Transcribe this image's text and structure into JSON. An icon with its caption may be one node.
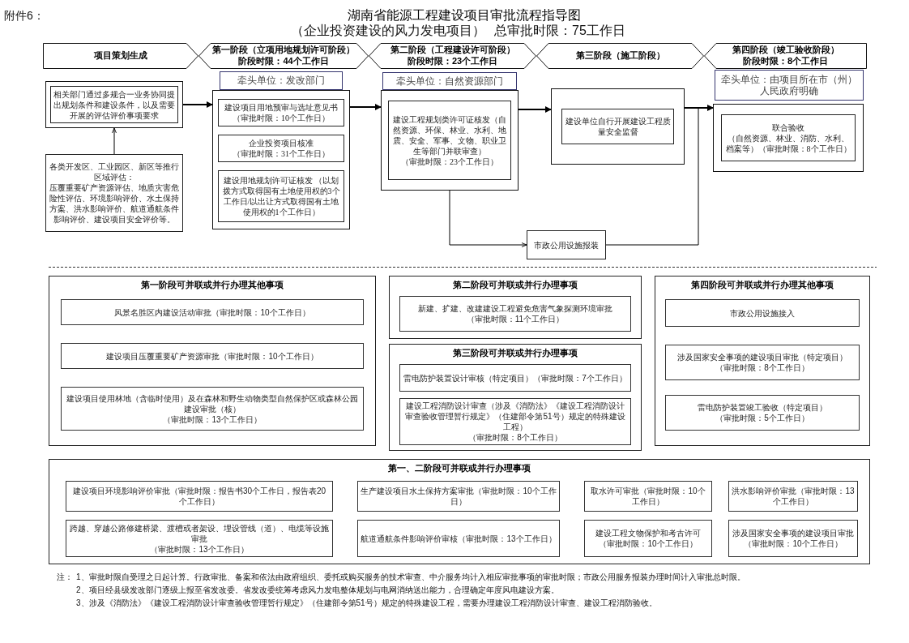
{
  "diagram": {
    "title": "湖南省能源工程建设项目审批流程指导图",
    "nodes": [
      {
        "text": [
          "项目策划生成"
        ]
      },
      {
        "text": [
          "第一阶段（立项用地规划许可阶段）",
          "阶段时限：44个工作日"
        ]
      },
      {
        "text": [
          "第二阶段（工程建设许可阶段）",
          "阶段时限：23个工作日"
        ]
      },
      {
        "text": [
          "第三阶段（施工阶段）"
        ]
      },
      {
        "text": [
          "第四阶段（竣工验收阶段）",
          "阶段时限：8个工作日"
        ]
      },
      {
        "text": [],
        "shape": "box"
      },
      {
        "text": [
          "相关部门通过多规合一业务协同提出规划条件和建设条件，以及需要开展的评估评价事项要求"
        ],
        "in": 5
      },
      {
        "text": [
          "各类开发区、工业园区、新区等推行区域评估：",
          "压覆重要矿产资源评估、地质灾害危险性评估、环境影响评价、水土保持方案、洪水影响评价、航道通航条件影响评价、建设项目安全评价等。"
        ]
      },
      {
        "text": [
          "牵头单位：发改部门"
        ]
      },
      {
        "text": [],
        "shape": "box"
      },
      {
        "text": [
          "建设项目用地预审与选址意见书",
          "（审批时限：10个工作日）"
        ],
        "in": 9
      },
      {
        "text": [
          "企业投资项目核准",
          "（审批时限：31个工作日）"
        ],
        "in": 9
      },
      {
        "text": [
          "建设用地规划许可证核发 （以划拨方式取得国有土地使用权的3个工作日/以出让方式取得国有土地使用权的1个工作日）"
        ],
        "in": 9
      },
      {
        "text": [
          "牵头单位：自然资源部门"
        ]
      },
      {
        "text": [],
        "shape": "box"
      },
      {
        "text": [
          "建设工程规划类许可证核发（自然资源、环保、林业、水利、地震、安全、军事、文物、职业卫生等部门并联审查）",
          "（审批时限：23个工作日）"
        ],
        "in": 14
      },
      {
        "text": [],
        "shape": "box"
      },
      {
        "text": [
          "建设单位自行开展建设工程质量安全监督"
        ],
        "in": 16
      },
      {
        "text": [
          "市政公用设施报装"
        ]
      },
      {
        "text": [
          "牵头单位：由项目所在市（州）人民政府明确"
        ]
      },
      {
        "text": [],
        "shape": "box"
      },
      {
        "text": [
          "联合验收",
          "（自然资源、林业、消防、水利、档案等）（审批时限：8个工作日）"
        ],
        "in": 20
      },
      {
        "text": [
          "第一阶段可并联或并行办理其他事项"
        ]
      },
      {
        "text": [
          "风景名胜区内建设活动审批（审批时限：10个工作日）"
        ],
        "in": 22
      },
      {
        "text": [
          "建设项目压覆重要矿产资源审批（审批时限：10个工作日）"
        ],
        "in": 22
      },
      {
        "text": [
          "建设项目使用林地（含临时使用）及在森林和野生动物类型自然保护区或森林公园建设审批（核）",
          "（审批时限：13个工作日）"
        ],
        "in": 22
      },
      {
        "text": [
          "第二阶段可并联或并行办理事项"
        ]
      },
      {
        "text": [
          "新建、扩建、改建建设工程避免危害气象探测环境审批",
          "（审批时限：11个工作日）"
        ],
        "in": 26
      },
      {
        "text": [
          "第三阶段可并联或并行办理事项"
        ]
      },
      {
        "text": [
          "雷电防护装置设计审核（特定项目）（审批时限：7个工作日）"
        ],
        "in": 28
      },
      {
        "text": [
          "建设工程消防设计审查（涉及《消防法》《建设工程消防设计审查验收管理暂行规定》（住建部令第51号）规定的特殊建设工程）",
          "（审批时限：8个工作日）"
        ],
        "in": 28
      },
      {
        "text": [
          "第四阶段可并联或并行办理其他事项"
        ]
      },
      {
        "text": [
          "市政公用设施接入"
        ],
        "in": 31
      },
      {
        "text": [
          "涉及国家安全事项的建设项目审批（特定项目）",
          "（审批时限：8个工作日）"
        ],
        "in": 31
      },
      {
        "text": [
          "雷电防护装置竣工验收（特定项目）",
          "（审批时限：5个工作日）"
        ],
        "in": 31
      },
      {
        "text": [
          "第一、二阶段可并联或并行办理事项"
        ]
      },
      {
        "text": [
          "建设项目环境影响评价审批（审批时限：报告书30个工作日，报告表20个工作日）"
        ],
        "in": 35
      },
      {
        "text": [
          "生产建设项目水土保持方案审批（审批时限：10个工作日）"
        ],
        "in": 35
      },
      {
        "text": [
          "取水许可审批（审批时限：10个工作日）"
        ],
        "in": 35
      },
      {
        "text": [
          "洪水影响评价审批（审批时限：13个工作日）"
        ],
        "in": 35
      },
      {
        "text": [
          "跨越、穿越公路修建桥梁、渡槽或者架设、埋设管线（道）、电缆等设施审批",
          "（审批时限：13个工作日）"
        ],
        "in": 35
      },
      {
        "text": [
          "航道通航条件影响评价审核（审批时限：13个工作日）"
        ],
        "in": 35
      },
      {
        "text": [
          "建设工程文物保护和考古许可",
          "（审批时限：10个工作日）"
        ],
        "in": 35
      },
      {
        "text": [
          "涉及国家安全事项的建设项目审批",
          "（审批时限：10个工作日）"
        ],
        "in": 35
      }
    ],
    "edges": [
      {
        "from": 7,
        "to": 5,
        "arrow": "to"
      },
      {
        "from": 5,
        "to": 9,
        "arrow": "to"
      },
      {
        "from": 9,
        "to": 14,
        "arrow": "to"
      },
      {
        "from": 14,
        "to": 16,
        "arrow": "to"
      },
      {
        "from": 14,
        "to": 18,
        "arrow": "to"
      },
      {
        "from": 16,
        "to": 20,
        "arrow": "to"
      },
      {
        "from": 18,
        "to": 20,
        "arrow": "to"
      }
    ],
    "labels": [
      "附件6：",
      "（企业投资建设的风力发电项目）",
      "总审批时限：75工作日",
      "注：",
      "1、审批时限自受理之日起计算。行政审批、备案和依法由政府组织、委托或购买服务的技术审查、中介服务均计入相应审批事项的审批时限；市政公用服务报装办理时间计入审批总时限。",
      "2、项目经县级发改部门逐级上报至省发改委。省发改委统筹考虑风力发电整体规划与电网消纳送出能力，合理确定年度风电建设方案。",
      "3、涉及《消防法》《建设工程消防设计审查验收管理暂行规定》（住建部令第51号）规定的特殊建设工程，需要办理建设工程消防设计审查、建设工程消防验收。"
    ]
  }
}
